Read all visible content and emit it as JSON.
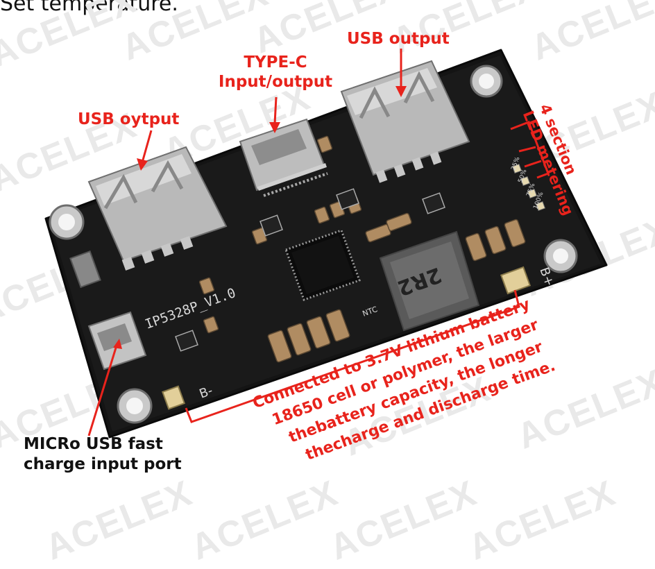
{
  "top_caption": "Set temperature.",
  "watermark": "ACELEX",
  "labels": {
    "usb_output_right": "USB output",
    "type_c_line1": "TYPE-C",
    "type_c_line2": "Input/output",
    "usb_output_left": "USB oytput",
    "led_line1": "4 section",
    "led_line2": "LED metering",
    "battery_line1": "Connected to 3.7V lithium battery",
    "battery_line2": "18650 cell or polymer, the larger",
    "battery_line3": "thebattery capacity, the longer",
    "battery_line4": "thecharge and discharge time.",
    "micro_line1": "MICRo USB fast",
    "micro_line2": "charge input port"
  },
  "board_silkscreen": {
    "chip_name": "IP5328P_V1.0",
    "inductor_marking": "2R2",
    "ntc": "NTC",
    "b_minus": "B-",
    "b_plus": "B+",
    "led_levels": [
      "25%",
      "50%",
      "75%",
      "100%"
    ]
  },
  "colors": {
    "annotation_red": "#e8231c",
    "pcb_black": "#141414",
    "watermark_gray": "#e9e9e9"
  }
}
